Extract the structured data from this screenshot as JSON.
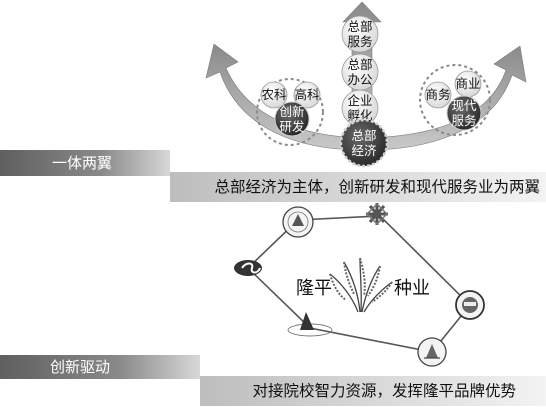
{
  "top_section": {
    "band_label": "一体两翼",
    "caption": "总部经济为主体，创新研发和现代服务业为两翼",
    "center_circle_lines": [
      "总部",
      "经济"
    ],
    "stem_circles": [
      {
        "lines": [
          "总部",
          "服务"
        ]
      },
      {
        "lines": [
          "总部",
          "办公"
        ]
      },
      {
        "lines": [
          "企业",
          "孵化"
        ]
      }
    ],
    "left_wing": {
      "small_circles": [
        {
          "lines": [
            "农科"
          ]
        },
        {
          "lines": [
            "高科"
          ]
        }
      ],
      "main_circle_lines": [
        "创新",
        "研发"
      ]
    },
    "right_wing": {
      "small_circles": [
        {
          "lines": [
            "商务"
          ]
        },
        {
          "lines": [
            "商业"
          ]
        }
      ],
      "main_circle_lines": [
        "现代",
        "服务"
      ]
    }
  },
  "bottom_section": {
    "band_label": "创新驱动",
    "caption": "对接院校智力资源，发挥隆平品牌优势",
    "center_left_label": "隆平",
    "center_right_label": "种业",
    "partner_emblems": [
      "top-left-institution-seal-icon",
      "top-right-knot-logo-icon",
      "left-s-logo-icon",
      "right-institution-seal-icon",
      "bottom-left-sail-logo-icon",
      "bottom-right-institution-seal-icon"
    ]
  }
}
